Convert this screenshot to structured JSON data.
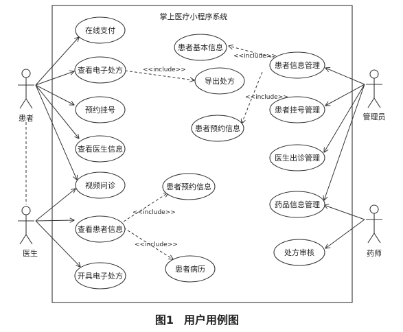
{
  "system_title": "掌上医疗小程序系统",
  "caption": {
    "number": "图1",
    "title": "用户用例图"
  },
  "actors": {
    "patient": "患者",
    "doctor": "医生",
    "admin": "管理员",
    "pharmacist": "药师"
  },
  "use_cases": {
    "online_payment": "在线支付",
    "view_e_prescription": "查看电子处方",
    "export_prescription": "导出处方",
    "book_registration": "预约挂号",
    "view_doctor_info": "查看医生信息",
    "video_consultation": "视频问诊",
    "view_patient_info": "查看患者信息",
    "issue_e_prescription": "开具电子处方",
    "patient_appointment_info_left": "患者预约信息",
    "patient_medical_record": "患者病历",
    "patient_basic_info": "患者基本信息",
    "patient_info_management": "患者信息管理",
    "patient_appointment_info_right": "患者预约信息",
    "patient_registration_management": "患者挂号管理",
    "doctor_schedule_management": "医生出诊管理",
    "drug_info_management": "药品信息管理",
    "prescription_review": "处方审核"
  },
  "include_label": "<<include>>"
}
